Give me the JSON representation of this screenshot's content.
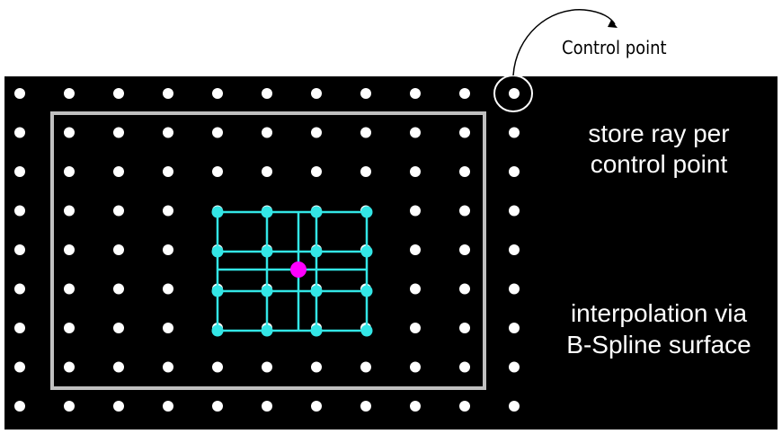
{
  "annotation": {
    "callout_label": "Control point"
  },
  "right_text": {
    "block_1": [
      "store ray per",
      "control point"
    ],
    "block_2": [
      "interpolation via",
      "B-Spline surface"
    ]
  },
  "grid": {
    "columns": 11,
    "rows": 9
  },
  "colors": {
    "panel_background": "#000000",
    "control_point": "#ffffff",
    "frame": "#c0c0c0",
    "local_grid": "#33e6e6",
    "query_point": "#ff00ff",
    "callout": "#000000"
  }
}
